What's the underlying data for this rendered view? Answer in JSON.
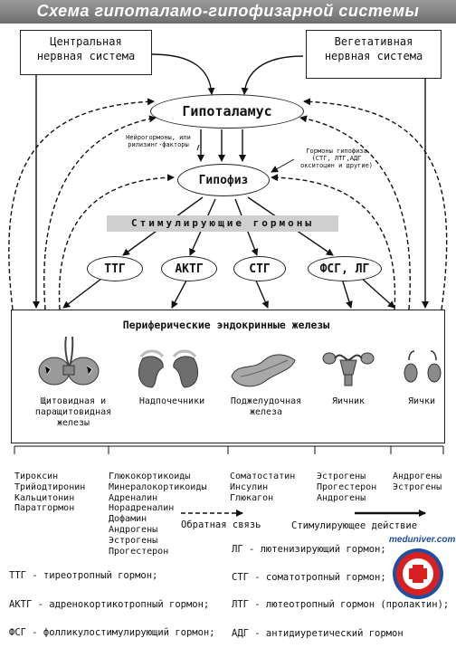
{
  "title": "Схема гипоталамо-гипофизарной системы",
  "cns": [
    "Центральная",
    "нервная система"
  ],
  "ans": [
    "Вегетативная",
    "нервная система"
  ],
  "hypothalamus": "Гипоталамус",
  "neurohormones_label": [
    "Нейрогормоны, или",
    "рилизинг-факторы"
  ],
  "pituitary_hormones_label": [
    "Гормоны гипофиза",
    "(СТГ, ЛТГ,АДГ",
    "окситоцин и другие)"
  ],
  "pituitary": "Гипофиз",
  "stimulating_bar": "Стимулирующие гормоны",
  "hormones": [
    "ТТГ",
    "АКТГ",
    "СТГ",
    "ФСГ, ЛГ"
  ],
  "peripheral_title": "Периферические эндокринные железы",
  "glands": [
    {
      "icon": "thyroid-icon",
      "label": [
        "Щитовидная и",
        "паращитовидная",
        "железы"
      ]
    },
    {
      "icon": "adrenal-icon",
      "label": [
        "Надпочечники"
      ]
    },
    {
      "icon": "pancreas-icon",
      "label": [
        "Поджелудочная",
        "железа"
      ]
    },
    {
      "icon": "ovary-icon",
      "label": [
        "Яичник"
      ]
    },
    {
      "icon": "testes-icon",
      "label": [
        "Яички"
      ]
    }
  ],
  "gland_hormones": [
    [
      "Тироксин",
      "Трийодтиронин",
      "Кальцитонин",
      "Паратгормон"
    ],
    [
      "Глюкокортикоиды",
      "Минералокортикоиды",
      "Адреналин",
      "Норадреналин",
      "Дофамин",
      "Андрогены",
      "Эстрогены",
      "Прогестерон"
    ],
    [
      "Соматостатин",
      "Инсулин",
      "Глюкагон"
    ],
    [
      "Эстрогены",
      "Прогестерон",
      "Андрогены"
    ],
    [
      "Андрогены",
      "Эстрогены"
    ]
  ],
  "legend": {
    "feedback": "Обратная связь",
    "stimulating": "Стимулирующее действие"
  },
  "watermark": "meduniver.com",
  "abbreviations": [
    "ЛГ - лютенизирующий гормон;",
    "ТТГ - тиреотропный гормон;",
    "СТГ - соматотропный гормон;",
    "АКТГ - адренокортикотропный гормон;",
    "ЛТГ - лютеотропный гормон (пролактин);",
    "ФСГ - фолликулостимулирующий гормон;",
    "АДГ - антидиуретический гормон"
  ],
  "colors": {
    "title_bar": "#7d7d7d",
    "badge_red": "#d92020",
    "badge_blue": "#1f4fa0"
  }
}
